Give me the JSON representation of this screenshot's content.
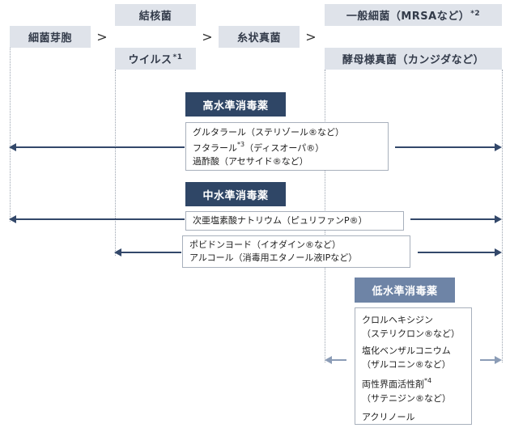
{
  "organisms": {
    "spores": "細菌芽胞",
    "tb": "結核菌",
    "virus": "ウイルス",
    "virus_sup": "*1",
    "fungi_filament": "糸状真菌",
    "bacteria": "一般細菌（MRSAなど）",
    "bacteria_sup": "*2",
    "yeast": "酵母様真菌（カンジダなど）"
  },
  "separators": {
    "gt": ">"
  },
  "levels": {
    "high": {
      "title": "高水準消毒薬",
      "item1": "グルタラール（ステリゾール®など）",
      "item2_pre": "フタラール",
      "item2_sup": "*3",
      "item2_post": "（ディスオーパ®）",
      "item3": "過酢酸（アセサイド®など）"
    },
    "mid": {
      "title": "中水準消毒薬",
      "item1": "次亜塩素酸ナトリウム（ピュリファンP®）",
      "item2": "ポビドンヨード（イオダイン®など）",
      "item3": "アルコール（消毒用エタノール液IPなど）"
    },
    "low": {
      "title": "低水準消毒薬",
      "item1a": "クロルヘキシジン",
      "item1b": "（ステリクロン®など）",
      "item2a": "塩化ベンザルコニウム",
      "item2b": "（ザルコニン®など）",
      "item3a_pre": "両性界面活性剤",
      "item3a_sup": "*4",
      "item3b": "（サテニジン®など）",
      "item4": "アクリノール"
    }
  }
}
